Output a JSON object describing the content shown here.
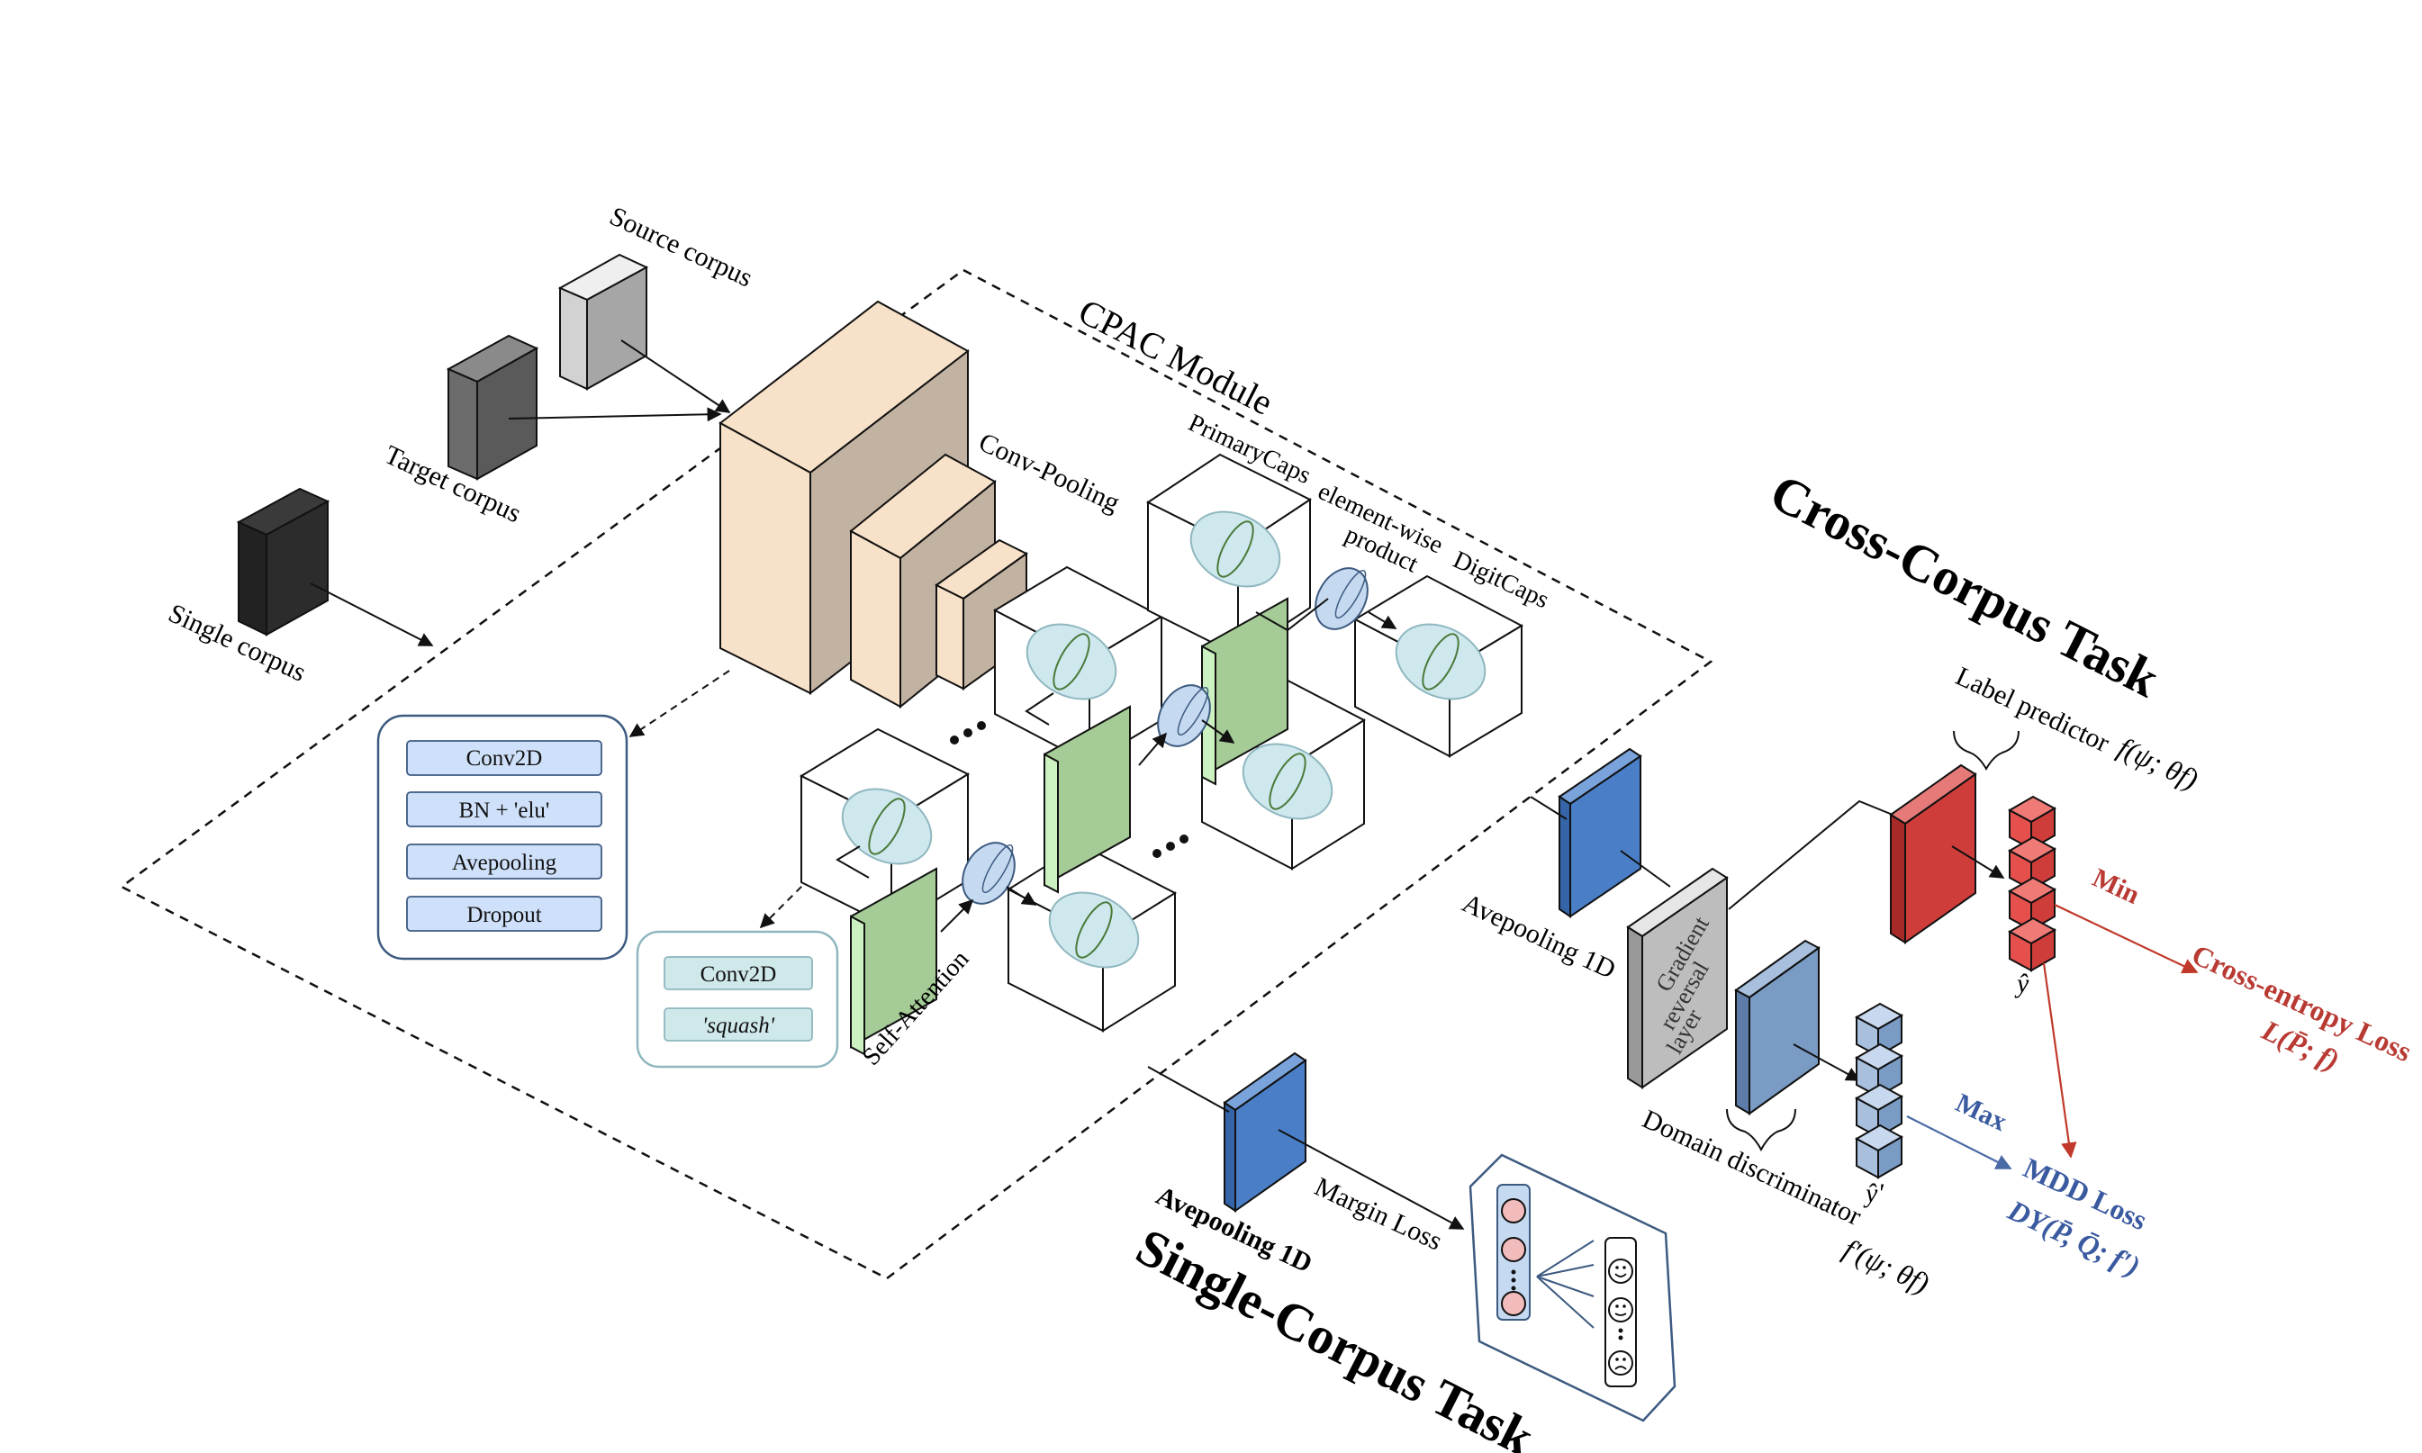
{
  "inputs": {
    "source": "Source corpus",
    "target": "Target corpus",
    "single": "Single corpus"
  },
  "cpac": {
    "title": "CPAC Module",
    "conv_pooling": "Conv-Pooling",
    "primary_caps": "PrimaryCaps",
    "elementwise_line1": "element-wise",
    "elementwise_line2": "product",
    "digit_caps": "DigitCaps",
    "self_attention": "Self-Attention",
    "layers_box": [
      "Conv2D",
      "BN + 'elu'",
      "Avepooling",
      "Dropout"
    ],
    "squash_box": [
      "Conv2D",
      "'squash'"
    ]
  },
  "cross": {
    "title": "Cross-Corpus Task",
    "label_predictor": "Label predictor",
    "label_predictor_formula": "f(ψ; θf)",
    "avepooling": "Avepooling 1D",
    "grl_line1": "Gradient",
    "grl_line2": "reversal",
    "grl_line3": "layer",
    "domain_disc": "Domain discriminator",
    "domain_disc_formula": "f′(ψ; θf)",
    "y_hat": "ŷ",
    "y_hat_prime": "ŷ'",
    "min_label": "Min",
    "max_label": "Max",
    "ce_loss_line1": "Cross-entropy Loss",
    "ce_loss_line2": "L(P̄; f)",
    "mdd_loss_line1": "MDD Loss",
    "mdd_loss_line2": "DY(P̄, Q̄; f′)"
  },
  "single": {
    "title": "Single-Corpus Task",
    "avepooling": "Avepooling 1D",
    "margin_loss": "Margin Loss"
  },
  "colors": {
    "beige_front": "#f7e1c8",
    "beige_side": "#c2b2a1",
    "green_front": "#a5cc96",
    "green_side": "#cdf2c2",
    "blue": "#4a7fc8",
    "steel_blue": "#7a9bc4",
    "red": "#cf3d3b",
    "gray": "#bdbdbd",
    "cross_loss": "#b83a33",
    "mdd_loss": "#3a5aa0"
  }
}
